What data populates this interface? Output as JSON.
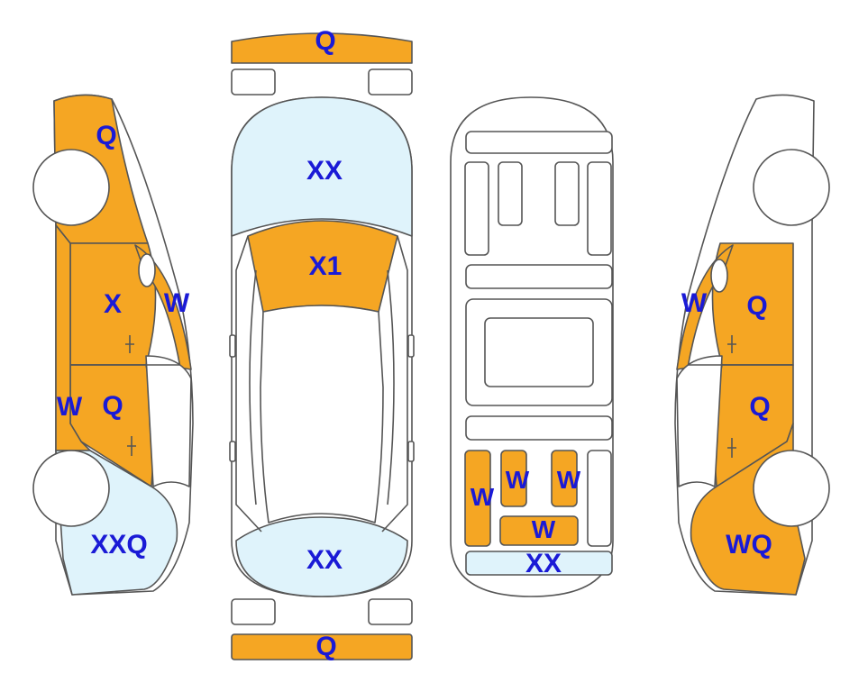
{
  "colors": {
    "outline": "#555555",
    "damage_orange": "#f5a623",
    "damage_blue": "#dff3fb",
    "label": "#1a1ad6"
  },
  "labels": {
    "front_bumper": "Q",
    "rear_bumper": "Q",
    "hood": "XX",
    "windshield_cowl": "X1",
    "trunk_lid": "XX",
    "left_front_fender": "Q",
    "left_front_door": "X",
    "left_front_pillar": "W",
    "left_rear_door": "Q",
    "left_rocker": "W",
    "left_rear_quarter": "XXQ",
    "right_front_pillar": "W",
    "right_front_door": "Q",
    "right_rear_door": "Q",
    "right_rear_quarter": "WQ",
    "floor_left_rail": "W",
    "floor_rear_left": "W",
    "floor_rear_right": "W",
    "floor_rear_cross": "W",
    "floor_rear_panel": "XX"
  }
}
